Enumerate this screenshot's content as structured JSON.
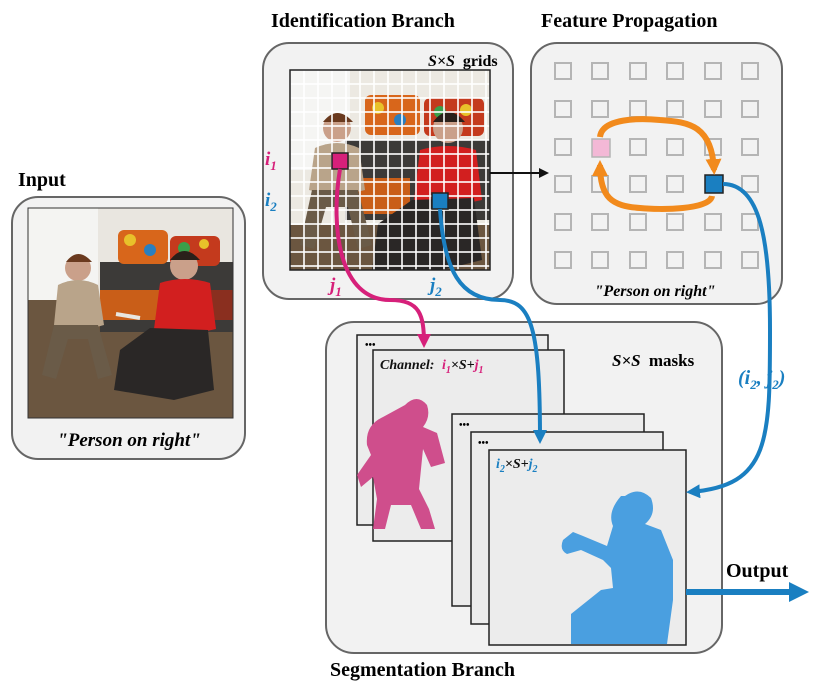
{
  "headings": {
    "input": "Input",
    "identification": "Identification Branch",
    "feature_propagation": "Feature Propagation",
    "segmentation": "Segmentation Branch",
    "output": "Output"
  },
  "captions": {
    "input_query": "\"Person on right\"",
    "propagation_query": "\"Person on right\""
  },
  "labels": {
    "grids_size": "S×S",
    "grids_word": "grids",
    "masks_size": "S×S",
    "masks_word": "masks",
    "i1": "i",
    "i1_sub": "1",
    "i2": "i",
    "i2_sub": "2",
    "j1": "j",
    "j1_sub": "1",
    "j2": "j",
    "j2_sub": "2",
    "coord": "(i",
    "coord_sub1": "2",
    "coord_mid": ", j",
    "coord_sub2": "2",
    "coord_end": ")",
    "channel_prefix": "Channel:",
    "channel_i": "i",
    "channel_i_sub": "1",
    "channel_mid": "×S+",
    "channel_j": "j",
    "channel_j_sub": "1",
    "mask2_i": "i",
    "mask2_i_sub": "2",
    "mask2_mid": "×S+",
    "mask2_j": "j",
    "mask2_j_sub": "2",
    "ellipsis": "•••"
  },
  "colors": {
    "magenta": "#d6207a",
    "blue": "#1a7fc1",
    "orange": "#f28a1c",
    "pink_cell": "#f3b8d6",
    "panel_bg": "#f2f2f2",
    "panel_border": "#666666",
    "mask_pink": "#cf4e8c",
    "mask_blue": "#4a9fe0"
  },
  "icons": {
    "arrow": "arrow-icon",
    "person_silhouette": "person-silhouette-icon"
  }
}
